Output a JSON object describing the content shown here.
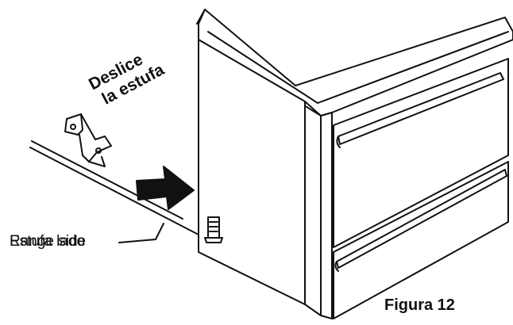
{
  "labels": {
    "slide": [
      "Deslice",
      "la estufa"
    ],
    "side_a": "Range side",
    "side_b": "Estufa lado",
    "figure": "Figura 12"
  }
}
